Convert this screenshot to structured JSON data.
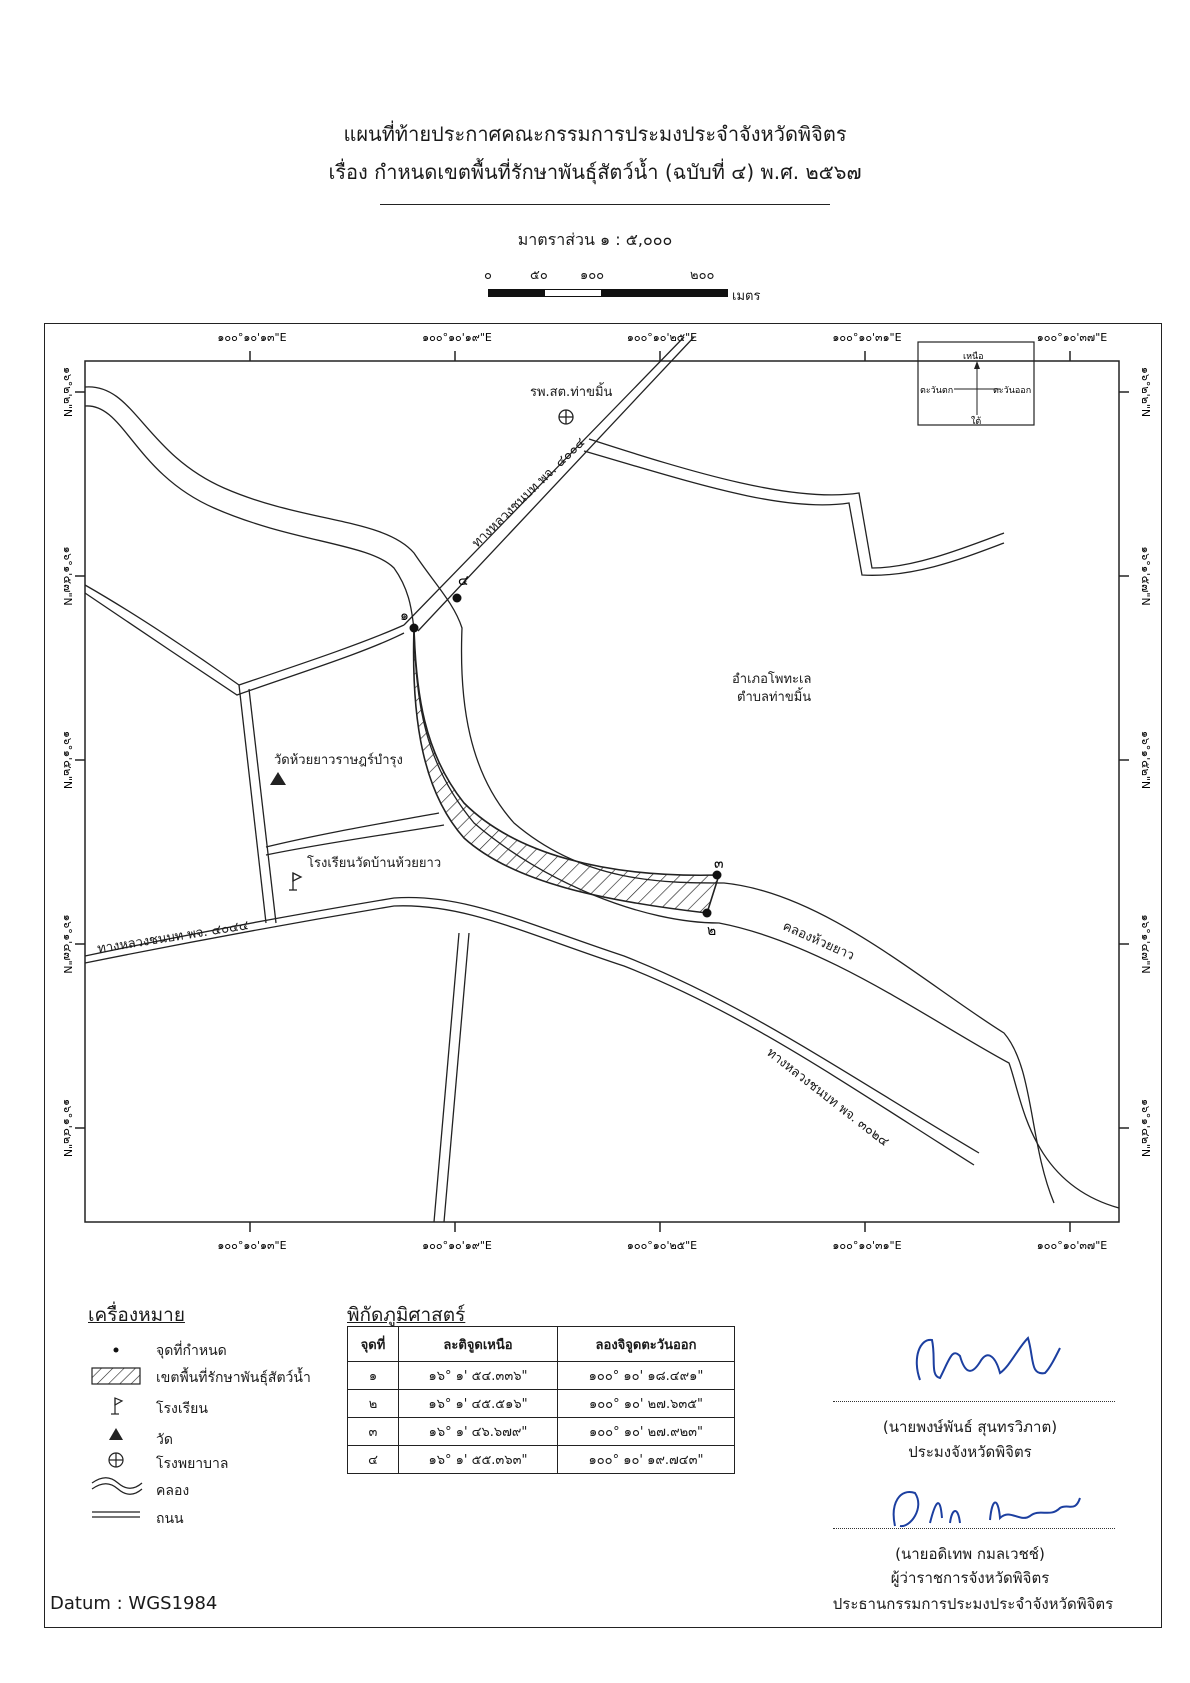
{
  "header": {
    "title_line1": "แผนที่ท้ายประกาศคณะกรรมการประมงประจำจังหวัดพิจิตร",
    "title_line2": "เรื่อง กำหนดเขตพื้นที่รักษาพันธุ์สัตว์น้ำ (ฉบับที่ ๔) พ.ศ. ๒๕๖๗",
    "scale": "มาตราส่วน ๑ : ๕,๐๐๐"
  },
  "scalebar": {
    "labels": [
      "๐",
      "๕๐",
      "๑๐๐",
      "๒๐๐"
    ],
    "unit": "เมตร"
  },
  "map": {
    "lon_ticks": [
      "๑๐๐°๑๐'๑๓\"E",
      "๑๐๐°๑๐'๑๙\"E",
      "๑๐๐°๑๐'๒๕\"E",
      "๑๐๐°๑๐'๓๑\"E",
      "๑๐๐°๑๐'๓๗\"E"
    ],
    "lat_ticks": [
      "๑๖°๒'๒\"N",
      "๑๖°๑'๕๗\"N",
      "๑๖°๑'๕๒\"N",
      "๑๖°๑'๔๗\"N",
      "๑๖°๑'๔๒\"N"
    ],
    "compass": {
      "north": "เหนือ",
      "south": "ใต้",
      "east": "ตะวันออก",
      "west": "ตะวันตก"
    },
    "labels": {
      "hospital": "รพ.สต.ท่าขมิ้น",
      "road_4004": "ทางหลวงชนบท พจ. ๔๐๐๔",
      "road_4044": "ทางหลวงชนบท พจ. ๔๐๔๔",
      "road_3024": "ทางหลวงชนบท พจ. ๓๐๒๔",
      "district": "อำเภอโพทะเล",
      "subdistrict": "ตำบลท่าขมิ้น",
      "temple": "วัดห้วยยาวราษฎร์บำรุง",
      "school": "โรงเรียนวัดบ้านห้วยยาว",
      "canal": "คลองห้วยยาว"
    },
    "points": [
      {
        "id": "๑"
      },
      {
        "id": "๒"
      },
      {
        "id": "๓"
      },
      {
        "id": "๔"
      }
    ]
  },
  "legend": {
    "title": "เครื่องหมาย",
    "items": [
      {
        "icon": "dot-icon",
        "label": "จุดที่กำหนด"
      },
      {
        "icon": "hatch-icon",
        "label": "เขตพื้นที่รักษาพันธุ์สัตว์น้ำ"
      },
      {
        "icon": "school-flag-icon",
        "label": "โรงเรียน"
      },
      {
        "icon": "temple-triangle-icon",
        "label": "วัด"
      },
      {
        "icon": "hospital-cross-icon",
        "label": "โรงพยาบาล"
      },
      {
        "icon": "canal-wave-icon",
        "label": "คลอง"
      },
      {
        "icon": "road-line-icon",
        "label": "ถนน"
      }
    ]
  },
  "coordinates": {
    "title": "พิกัดภูมิศาสตร์",
    "headers": [
      "จุดที่",
      "ละติจูดเหนือ",
      "ลองจิจูดตะวันออก"
    ],
    "rows": [
      [
        "๑",
        "๑๖° ๑' ๕๔.๓๓๖\"",
        "๑๐๐° ๑๐' ๑๘.๔๙๑\""
      ],
      [
        "๒",
        "๑๖° ๑' ๔๕.๕๑๖\"",
        "๑๐๐° ๑๐' ๒๗.๖๓๕\""
      ],
      [
        "๓",
        "๑๖° ๑' ๔๖.๖๗๙\"",
        "๑๐๐° ๑๐' ๒๗.๙๒๓\""
      ],
      [
        "๔",
        "๑๖° ๑' ๕๕.๓๖๓\"",
        "๑๐๐° ๑๐' ๑๙.๗๔๓\""
      ]
    ]
  },
  "signatures": [
    {
      "name": "(นายพงษ์พันธ์ สุนทรวิภาต)",
      "position": "ประมงจังหวัดพิจิตร"
    },
    {
      "name": "(นายอดิเทพ กมลเวชช์)",
      "position": "ผู้ว่าราชการจังหวัดพิจิตร",
      "position2": "ประธานกรรมการประมงประจำจังหวัดพิจิตร"
    }
  ],
  "datum": "Datum : WGS1984",
  "colors": {
    "ink": "#1a1a1a",
    "paper": "#ffffff"
  }
}
